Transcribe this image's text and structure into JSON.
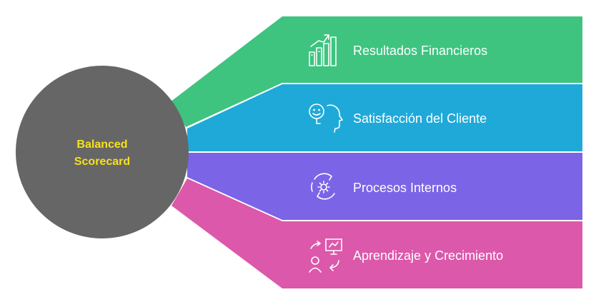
{
  "center": {
    "line1": "Balanced",
    "line2": "Scorecard",
    "color": "#666666",
    "text_color": "#f7e01c"
  },
  "bands": [
    {
      "label": "Resultados Financieros",
      "color": "#3ec47f",
      "icon": "growth-chart-icon"
    },
    {
      "label": "Satisfacción del Cliente",
      "color": "#1fa9d9",
      "icon": "smiling-profile-icon"
    },
    {
      "label": "Procesos Internos",
      "color": "#7b64e6",
      "icon": "process-cycle-gear-icon"
    },
    {
      "label": "Aprendizaje y Crecimiento",
      "color": "#dc58aa",
      "icon": "learning-presentation-icon"
    }
  ]
}
